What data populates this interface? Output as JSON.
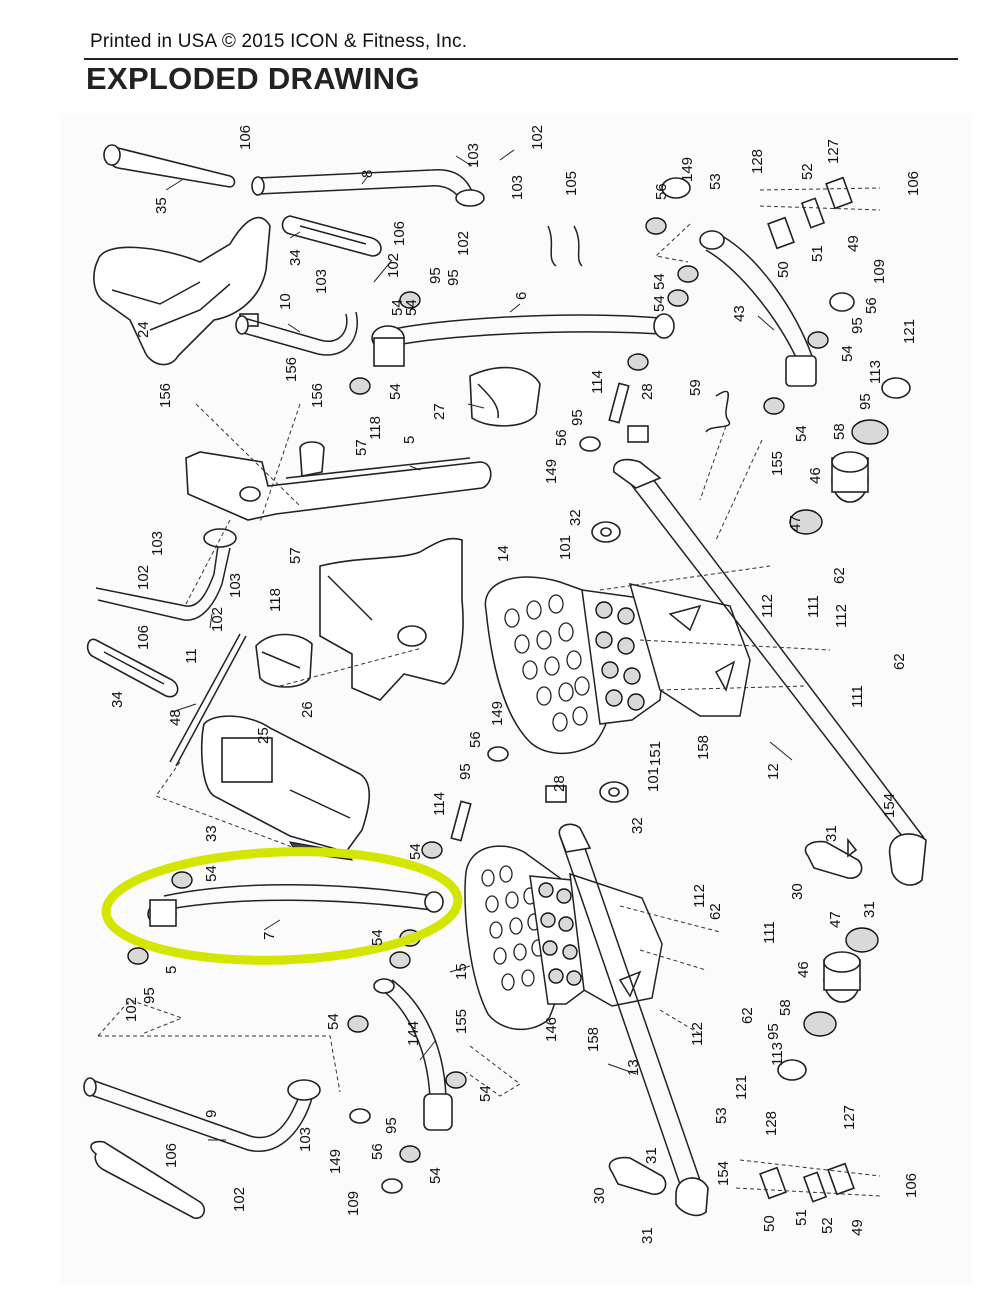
{
  "header": {
    "printed_line": "Printed in USA © 2015 ICON & Fitness, Inc.",
    "title": "EXPLODED DRAWING"
  },
  "highlight": {
    "color": "#d4e600",
    "target_part": "7"
  },
  "part_labels": [
    "106",
    "35",
    "8",
    "103",
    "102",
    "103",
    "105",
    "149",
    "56",
    "53",
    "128",
    "52",
    "127",
    "106",
    "34",
    "106",
    "95",
    "54",
    "24",
    "103",
    "102",
    "102",
    "95",
    "54",
    "10",
    "6",
    "54",
    "54",
    "50",
    "51",
    "49",
    "43",
    "109",
    "56",
    "95",
    "54",
    "121",
    "113",
    "95",
    "156",
    "156",
    "156",
    "54",
    "118",
    "57",
    "27",
    "114",
    "28",
    "59",
    "95",
    "56",
    "149",
    "5",
    "54",
    "155",
    "58",
    "46",
    "47",
    "32",
    "101",
    "14",
    "62",
    "112",
    "111",
    "112",
    "62",
    "111",
    "103",
    "102",
    "103",
    "102",
    "118",
    "57",
    "11",
    "106",
    "34",
    "26",
    "25",
    "48",
    "33",
    "149",
    "56",
    "95",
    "114",
    "28",
    "32",
    "101",
    "151",
    "158",
    "12",
    "154",
    "31",
    "30",
    "31",
    "54",
    "54",
    "7",
    "54",
    "5",
    "95",
    "102",
    "112",
    "62",
    "111",
    "47",
    "46",
    "15",
    "146",
    "158",
    "112",
    "62",
    "58",
    "95",
    "113",
    "121",
    "53",
    "128",
    "127",
    "54",
    "144",
    "155",
    "54",
    "9",
    "103",
    "106",
    "102",
    "149",
    "56",
    "95",
    "54",
    "109",
    "31",
    "30",
    "154",
    "31",
    "50",
    "51",
    "52",
    "49",
    "106",
    "13"
  ]
}
